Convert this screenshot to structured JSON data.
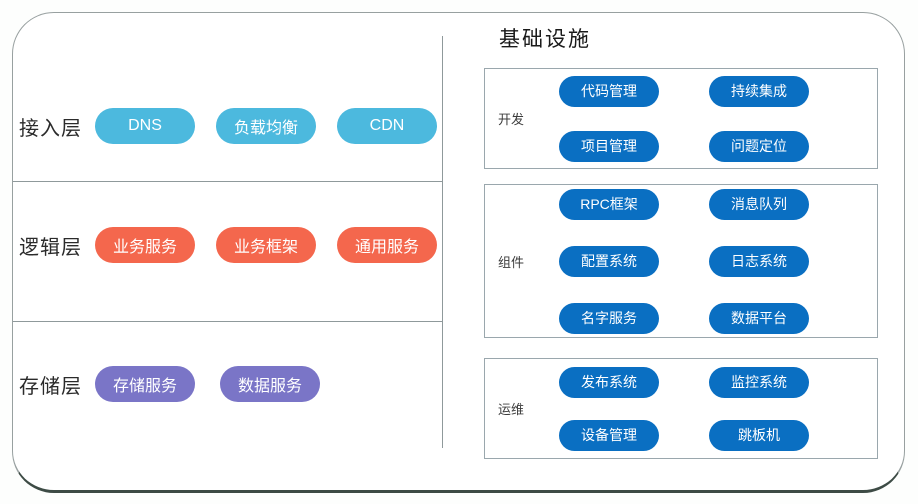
{
  "colors": {
    "access_pill": "#4cb9de",
    "logic_pill": "#f4674d",
    "storage_pill": "#7a75c7",
    "infra_pill": "#0a6fc2",
    "pill_text": "#ffffff"
  },
  "left_panel": {
    "layers": [
      {
        "label": "接入层",
        "items": [
          "DNS",
          "负载均衡",
          "CDN"
        ]
      },
      {
        "label": "逻辑层",
        "items": [
          "业务服务",
          "业务框架",
          "通用服务"
        ]
      },
      {
        "label": "存储层",
        "items": [
          "存储服务",
          "数据服务"
        ]
      }
    ]
  },
  "right_panel": {
    "title": "基础设施",
    "groups": [
      {
        "label": "开发",
        "items": [
          "代码管理",
          "持续集成",
          "项目管理",
          "问题定位"
        ]
      },
      {
        "label": "组件",
        "items": [
          "RPC框架",
          "消息队列",
          "配置系统",
          "日志系统",
          "名字服务",
          "数据平台"
        ]
      },
      {
        "label": "运维",
        "items": [
          "发布系统",
          "监控系统",
          "设备管理",
          "跳板机"
        ]
      }
    ]
  }
}
